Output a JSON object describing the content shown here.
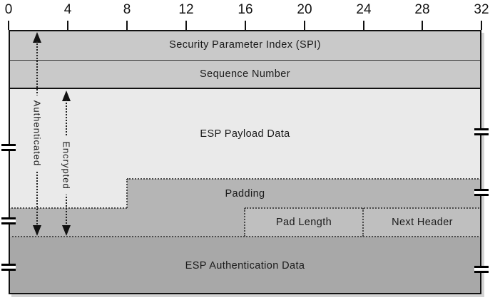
{
  "diagram": {
    "ruler_ticks": [
      "0",
      "4",
      "8",
      "12",
      "16",
      "20",
      "24",
      "28",
      "32"
    ],
    "fields": {
      "spi": "Security Parameter Index (SPI)",
      "sequence_number": "Sequence Number",
      "payload": "ESP Payload Data",
      "padding": "Padding",
      "pad_length": "Pad Length",
      "next_header": "Next Header",
      "auth_data": "ESP Authentication Data"
    },
    "side_annotations": {
      "authenticated": "Authenticated",
      "encrypted": "Encrypted"
    },
    "colors": {
      "header_rows": "#c9c9c9",
      "payload": "#eaeaea",
      "padding": "#b5b5b5",
      "subfield": "#bfbfbf",
      "auth": "#a8a8a8"
    }
  }
}
